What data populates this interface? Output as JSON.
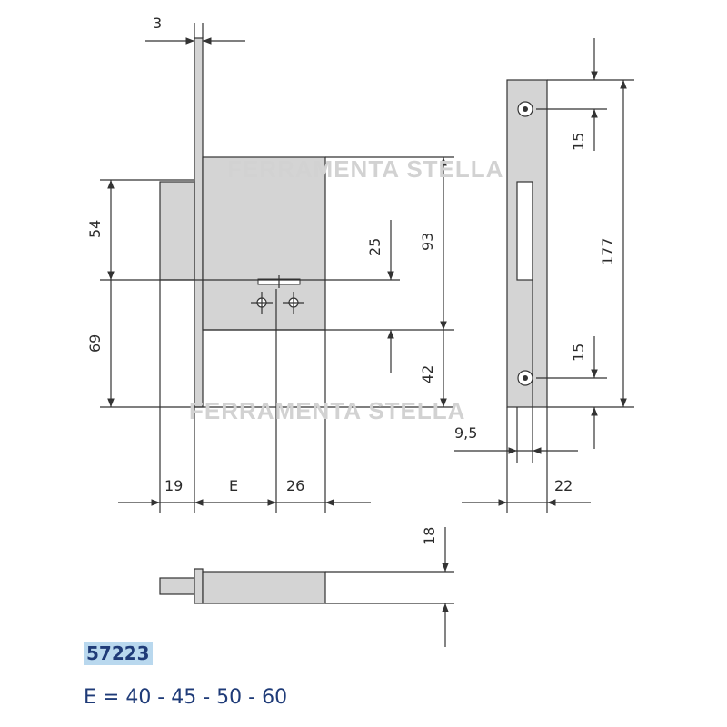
{
  "watermark": {
    "text": "FERRAMENTA  STELLA"
  },
  "dimensions": {
    "faceplate_thickness": "3",
    "upper_height": "54",
    "lower_height": "69",
    "backset_19": "19",
    "backset_e": "E",
    "width_26": "26",
    "offset_25": "25",
    "height_93": "93",
    "height_42": "42",
    "strike_15_top": "15",
    "strike_15_bottom": "15",
    "strike_177": "177",
    "strike_9_5": "9,5",
    "strike_22": "22",
    "thickness_18": "18"
  },
  "product": {
    "code": "57223",
    "e_values": "E = 40 - 45 - 50 - 60"
  }
}
